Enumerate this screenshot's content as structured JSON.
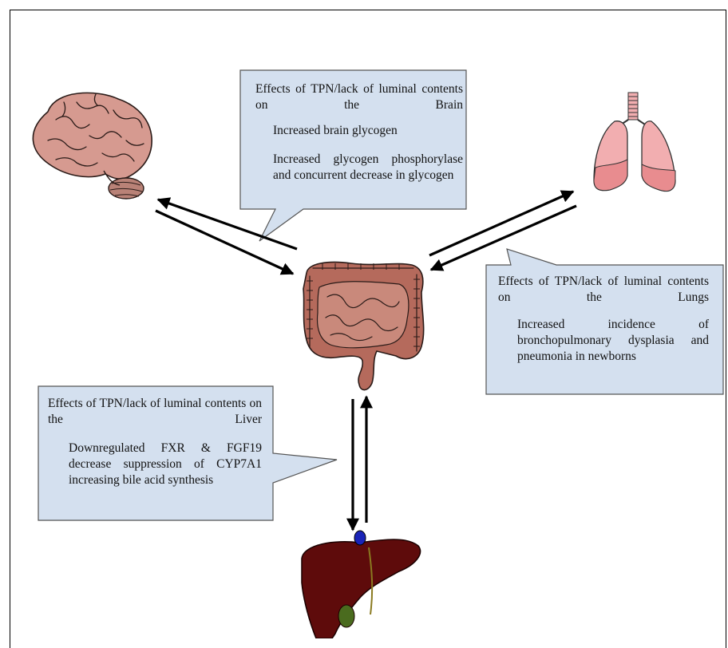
{
  "callouts": {
    "brain": {
      "title": "Effects of TPN/lack of luminal contents on the Brain",
      "details": [
        "Increased brain glycogen",
        "Increased glycogen phosphorylase and concurrent decrease in glycogen"
      ]
    },
    "lungs": {
      "title": "Effects of TPN/lack of luminal contents on the Lungs",
      "details": [
        "Increased incidence of bronchopulmonary dysplasia and pneumonia in newborns"
      ]
    },
    "liver": {
      "title": "Effects of TPN/lack of luminal contents on the Liver",
      "details": [
        "Downregulated FXR & FGF19 decrease suppression of CYP7A1 increasing bile acid synthesis"
      ]
    }
  },
  "organs": [
    "brain-icon",
    "lungs-icon",
    "intestine-icon",
    "liver-icon"
  ],
  "colors": {
    "callout_fill": "#d4e0ef",
    "brain": "#d69a90",
    "lungs": "#f2aeb0",
    "intestine": "#b56a5c",
    "liver": "#5e0b0b",
    "gallbladder": "#4a6b1e",
    "bile_duct": "#1a24b8"
  }
}
